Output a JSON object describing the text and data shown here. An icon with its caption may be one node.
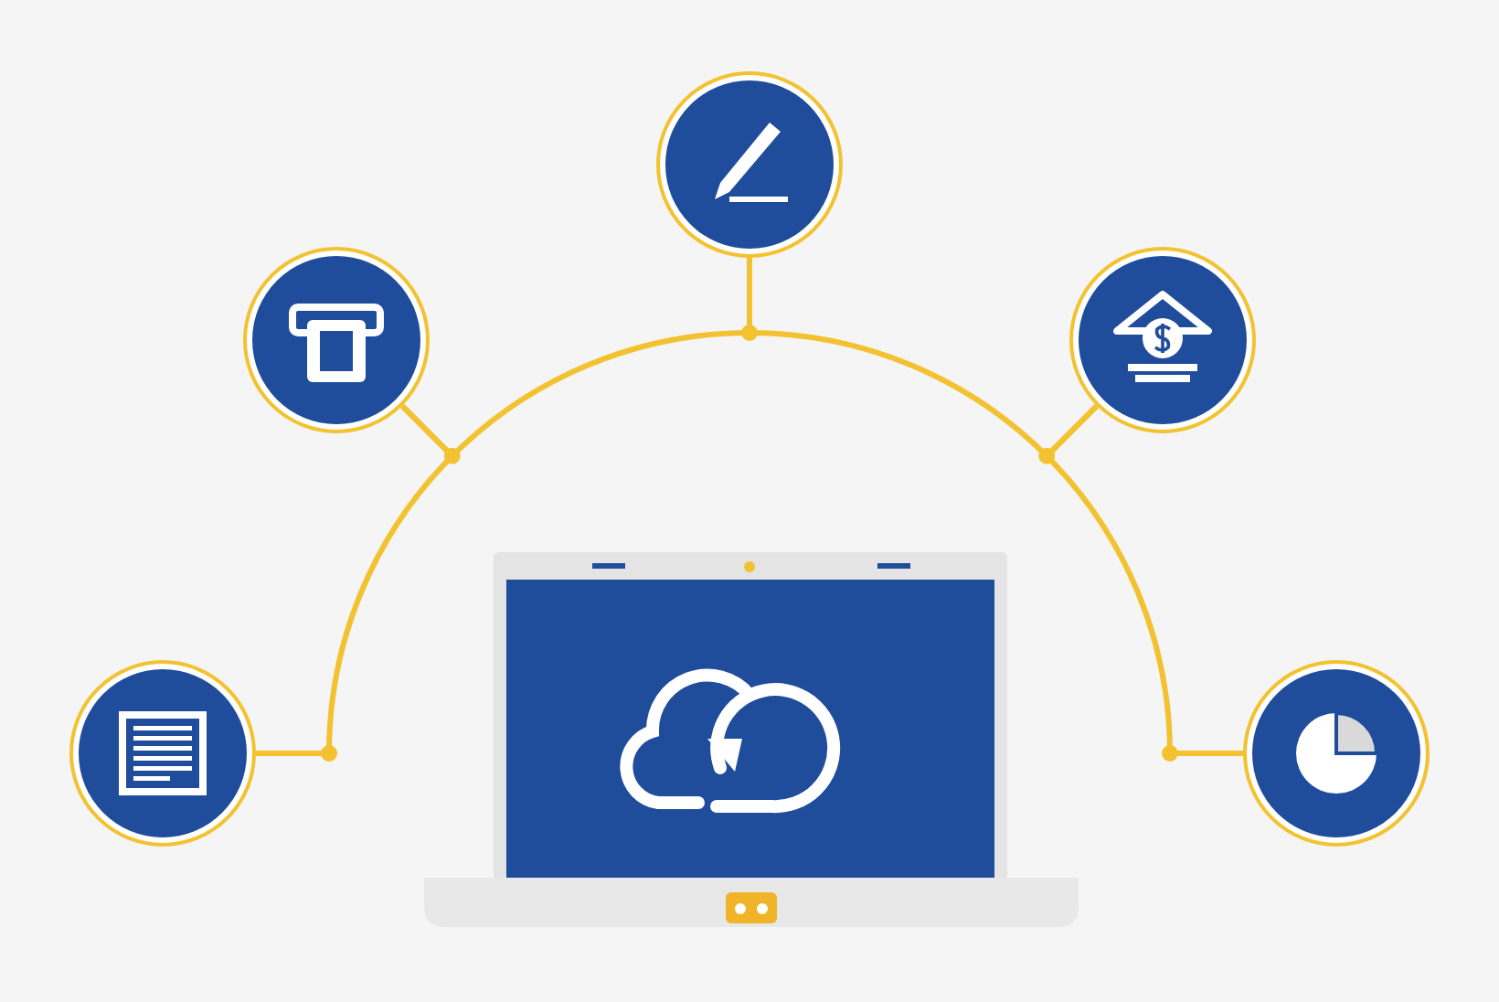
{
  "diagram": {
    "nodes": [
      {
        "text": [],
        "shape": "circle"
      },
      {
        "text": [],
        "shape": "circle"
      },
      {
        "text": [],
        "shape": "circle"
      },
      {
        "text": [],
        "shape": "circle"
      },
      {
        "text": [],
        "shape": "circle"
      },
      {
        "text": [],
        "shape": "picture"
      }
    ],
    "edges": [
      {
        "from": 0,
        "to": 1,
        "arrow": "none"
      },
      {
        "from": 1,
        "to": 2,
        "arrow": "none"
      },
      {
        "from": 2,
        "to": 3,
        "arrow": "none"
      },
      {
        "from": 3,
        "to": 4,
        "arrow": "none"
      }
    ]
  }
}
